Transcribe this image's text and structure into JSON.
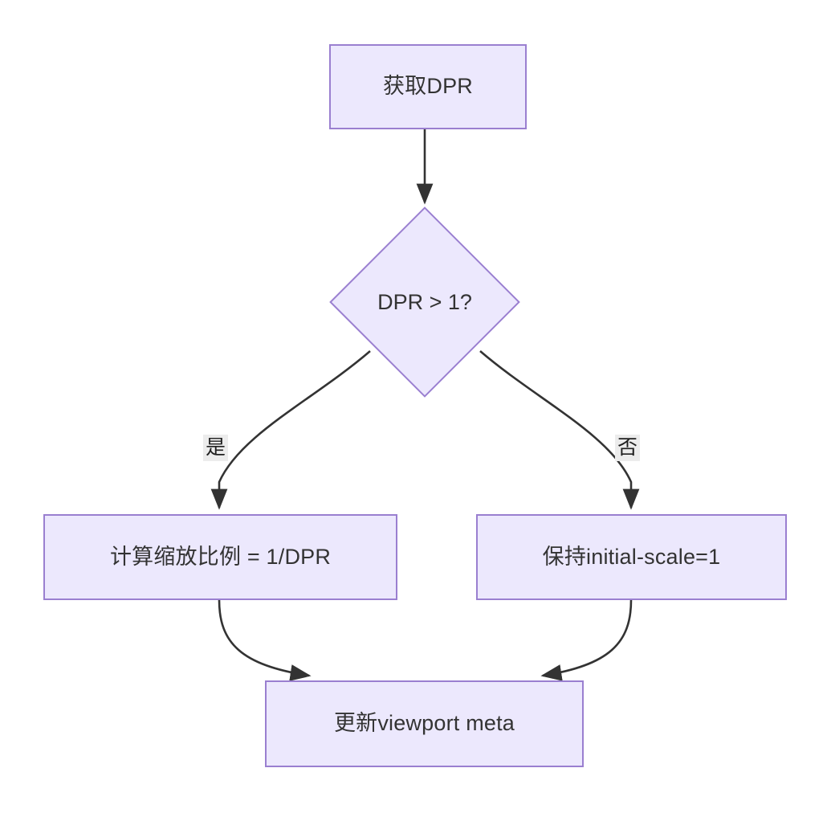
{
  "diagram": {
    "type": "flowchart",
    "direction": "top-to-bottom",
    "title": "DPR viewport scaling flowchart",
    "colors": {
      "node_fill": "#ECE8FD",
      "node_border": "#9A7FD0",
      "node_text": "#333333",
      "edge_stroke": "#333333",
      "edge_label_bg": "#ECECEC",
      "canvas_bg": "#FFFFFF"
    },
    "nodes": [
      {
        "id": "start",
        "shape": "rect",
        "label": "获取DPR"
      },
      {
        "id": "check",
        "shape": "diamond",
        "label": "DPR > 1?"
      },
      {
        "id": "yes",
        "shape": "rect",
        "label": "计算缩放比例 = 1/DPR"
      },
      {
        "id": "no",
        "shape": "rect",
        "label": "保持initial-scale=1"
      },
      {
        "id": "update",
        "shape": "rect",
        "label": "更新viewport meta"
      }
    ],
    "edges": [
      {
        "from": "start",
        "to": "check",
        "label": ""
      },
      {
        "from": "check",
        "to": "yes",
        "label": "是"
      },
      {
        "from": "check",
        "to": "no",
        "label": "否"
      },
      {
        "from": "yes",
        "to": "update",
        "label": ""
      },
      {
        "from": "no",
        "to": "update",
        "label": ""
      }
    ]
  }
}
